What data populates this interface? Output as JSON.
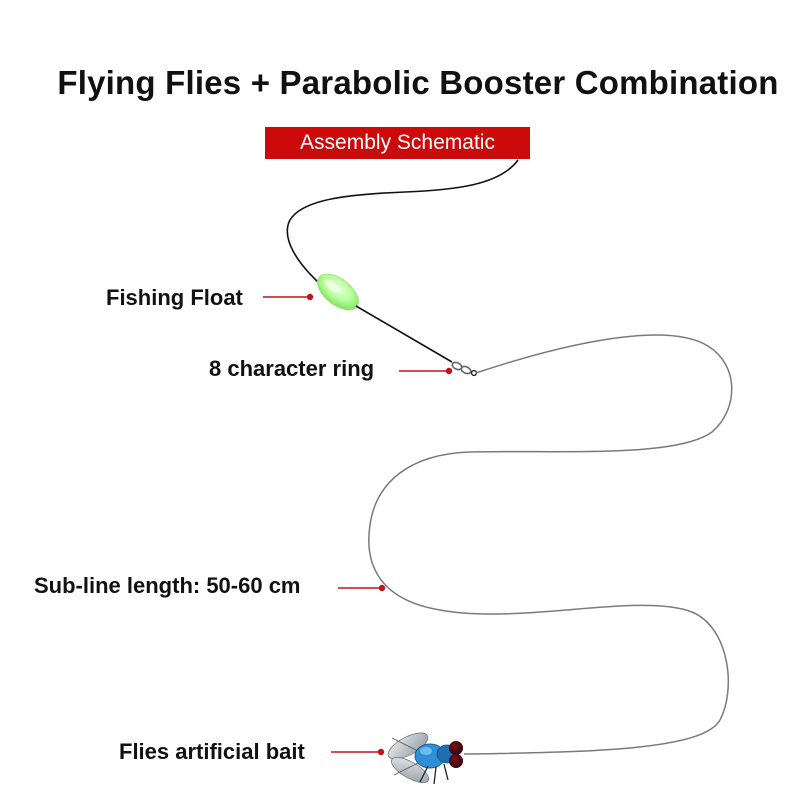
{
  "header": {
    "title": "Flying Flies + Parabolic Booster Combination",
    "banner": "Assembly Schematic"
  },
  "labels": {
    "float": "Fishing Float",
    "ring": "8 character ring",
    "subline": "Sub-line length: 50-60 cm",
    "bait": "Flies artificial bait"
  },
  "colors": {
    "banner_background": "#cc0a0a",
    "pointer": "#c0141a",
    "main_line": "#111111",
    "sub_line": "#777777",
    "float": "#a8ff8a",
    "fly_body": "#2f8fd6"
  }
}
